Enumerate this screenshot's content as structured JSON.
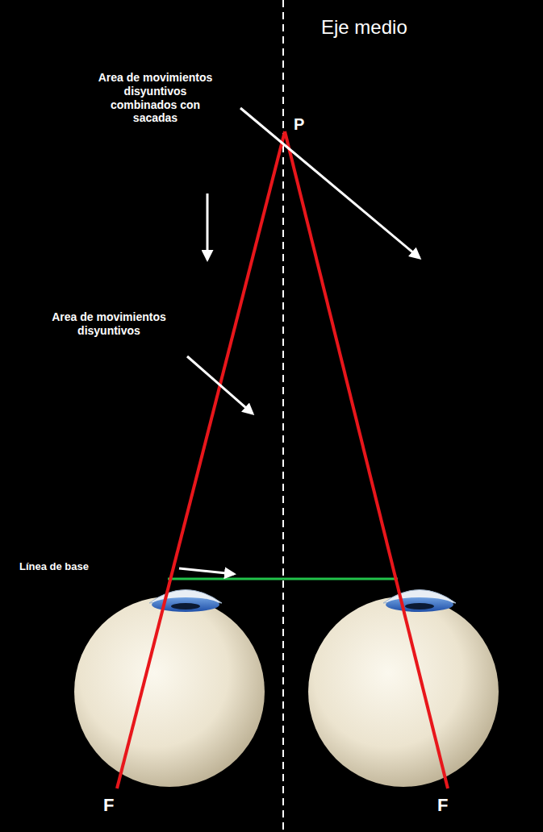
{
  "diagram": {
    "labels": [
      "Eje medio",
      "P",
      "Area de movimientos disyuntivos combinados con sacadas",
      "Area de movimientos disyuntivos",
      "Línea de base",
      "F",
      "F"
    ]
  }
}
